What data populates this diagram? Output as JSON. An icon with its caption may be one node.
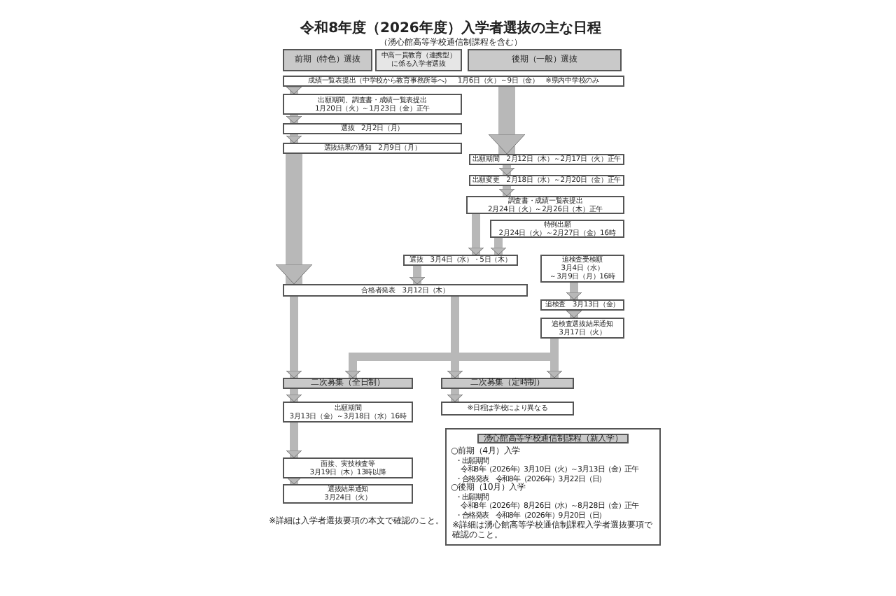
{
  "diagram": {
    "title": "令和8年度（2026年度）入学者選抜の主な日程",
    "nodes": [
      {
        "text": [
          "前期（特色）選抜"
        ]
      },
      {
        "text": [
          "中高一貫教育（連携型）に係る入学者選抜"
        ]
      },
      {
        "text": [
          "後期（一般）選抜"
        ]
      },
      {
        "text": [
          "成績一覧表提出（中学校から教育事務所等へ）　1月6日（火）～9日（金）　※県内中学校のみ"
        ]
      },
      {
        "text": [
          "出願期間、調査書・成績一覧表提出 1月20日（火）～1月23日（金）正午"
        ]
      },
      {
        "text": [
          "選抜　2月2日（月）"
        ]
      },
      {
        "text": [
          "選抜結果の通知　2月9日（月）"
        ]
      },
      {
        "text": [
          "出願期間　2月12日（木）～2月17日（火）正午"
        ]
      },
      {
        "text": [
          "出願変更　2月18日（水）～2月20日（金）正午"
        ]
      },
      {
        "text": [
          "調査書・成績一覧表提出 2月24日（火）～2月26日（木）正午"
        ]
      },
      {
        "text": [
          "特例出願 2月24日（火）～2月27日（金）16時"
        ]
      },
      {
        "text": [
          "選抜　3月4日（水）・5日（木）"
        ]
      },
      {
        "text": [
          "合格者発表　3月12日（木）"
        ]
      },
      {
        "text": [
          "追検査受検願 3月4日（水）～3月9日（月）16時"
        ]
      },
      {
        "text": [
          "追検査　3月13日（金）"
        ]
      },
      {
        "text": [
          "追検査選抜結果通知 3月17日（火）"
        ]
      },
      {
        "text": [
          "二次募集（全日制）"
        ]
      },
      {
        "text": [
          "二次募集（定時制）"
        ]
      },
      {
        "text": [
          "出願期間 3月13日（金）～3月18日（水）16時"
        ]
      },
      {
        "text": [
          "面接、実技検査等 3月19日（木）13時以降"
        ]
      },
      {
        "text": [
          "選抜結果通知 3月24日（火）"
        ]
      },
      {
        "text": [
          "※日程は学校により異なる"
        ]
      },
      {
        "text": [
          "○前期（4月）入学",
          "・出願期間令和8年（2026年）3月10日（火）～3月13日（金）正午",
          "・合格発表　令和8年（2026年）3月22日（日）",
          "○後期（10月）入学",
          "・出願期間令和8年（2026年）8月26日（水）～8月28日（金）正午",
          "・合格発表　令和8年（2026年）9月20日（日）",
          "※詳細は湧心館高等学校通信制課程入学者選抜要項で確認のこと。"
        ]
      },
      {
        "text": [
          "湧心館高等学校通信制課程（新入学）"
        ],
        "in": 22
      }
    ],
    "edges": [
      {
        "from": 3,
        "to": 4,
        "arrow": "to"
      },
      {
        "from": 4,
        "to": 5,
        "arrow": "to"
      },
      {
        "from": 5,
        "to": 6,
        "arrow": "to"
      },
      {
        "from": 6,
        "to": 12,
        "arrow": "to",
        "style": "thick"
      },
      {
        "from": 3,
        "to": 7,
        "arrow": "to",
        "style": "thick"
      },
      {
        "from": 7,
        "to": 8,
        "arrow": "to"
      },
      {
        "from": 8,
        "to": 9,
        "arrow": "to"
      },
      {
        "from": 9,
        "to": 11,
        "arrow": "to"
      },
      {
        "from": 10,
        "to": 11,
        "arrow": "to"
      },
      {
        "from": 11,
        "to": 12,
        "arrow": "to"
      },
      {
        "from": 13,
        "to": 14,
        "arrow": "to"
      },
      {
        "from": 14,
        "to": 15,
        "arrow": "to"
      },
      {
        "from": 12,
        "to": 16,
        "arrow": "to"
      },
      {
        "from": 12,
        "to": 17,
        "arrow": "to"
      },
      {
        "from": 15,
        "to": 16,
        "arrow": "to"
      },
      {
        "from": 15,
        "to": 17,
        "arrow": "to"
      },
      {
        "from": 16,
        "to": 18,
        "arrow": "to"
      },
      {
        "from": 18,
        "to": 19,
        "arrow": "to"
      },
      {
        "from": 19,
        "to": 20,
        "arrow": "to"
      },
      {
        "from": 17,
        "to": 21,
        "arrow": "to"
      }
    ],
    "labels": [
      "（湧心館高等学校通信制課程を含む）",
      "※詳細は入学者選抜要項の本文で確認のこと。"
    ]
  }
}
